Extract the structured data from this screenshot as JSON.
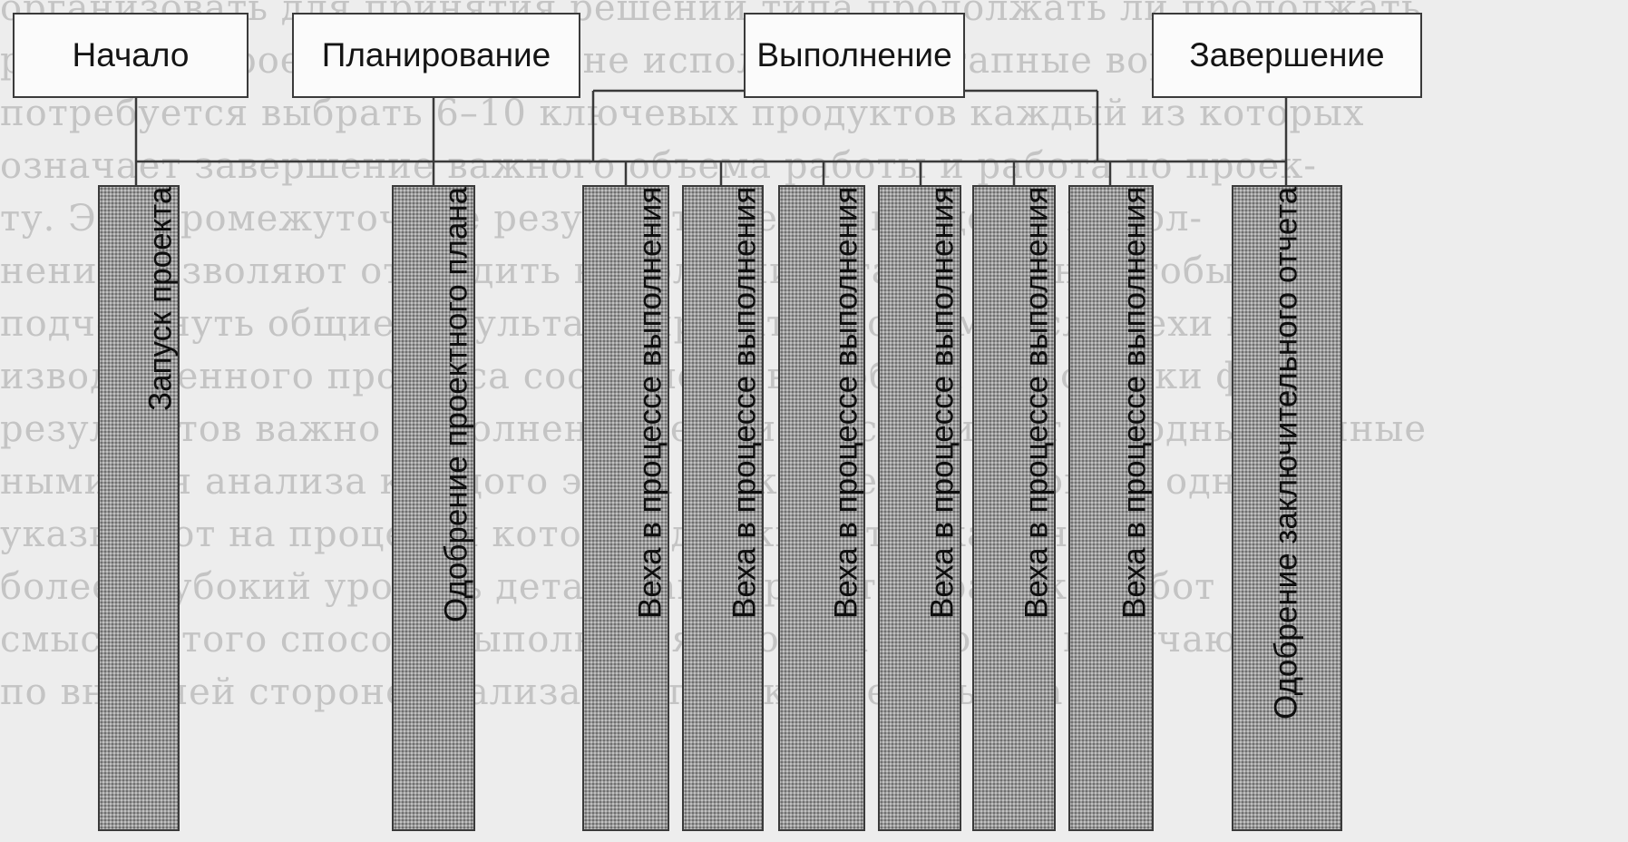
{
  "phases": {
    "start": "Начало",
    "planning": "Планирование",
    "execution": "Выполнение",
    "closing": "Завершение"
  },
  "milestones": [
    "Запуск проекта",
    "Одобрение проектного плана",
    "Веха в процессе выполнения",
    "Веха в процессе выполнения",
    "Веха в процессе выполнения",
    "Веха в процессе выполнения",
    "Веха в процессе выполнения",
    "Веха в процессе выполнения",
    "Одобрение заключительного отчета"
  ],
  "bleed_through": [
    "организовать для принятия решений типа продолжать ли продолжать",
    "работу по проекту.) Если вы не используете «этапные ворота», то вам",
    "потребуется выбрать 6–10 ключевых продуктов каждый из которых",
    "означает завершение важного объема работы и работа по проек-",
    "ту. Эти промежуточные результаты вехи в процессе выпол-",
    "нения позволяют отследить выполнение этапов важно чтобы",
    "подчеркнуть общие результаты проекта. Поэтому если вехи про",
    "изводственного процесса составлены в удобной для оценки форме",
    "результатов важно выполнение вехи и обеспечивает исходные данные",
    "ными для анализа каждого этапа сроков вехи в целом не одного",
    "указывают на процессы которые должны отражать на",
    "более глубокий уровень детализации работ в графике работ",
    "смысле этого способа выполнения проекта который получают",
    "по внешней стороне реализации проекта результата"
  ]
}
